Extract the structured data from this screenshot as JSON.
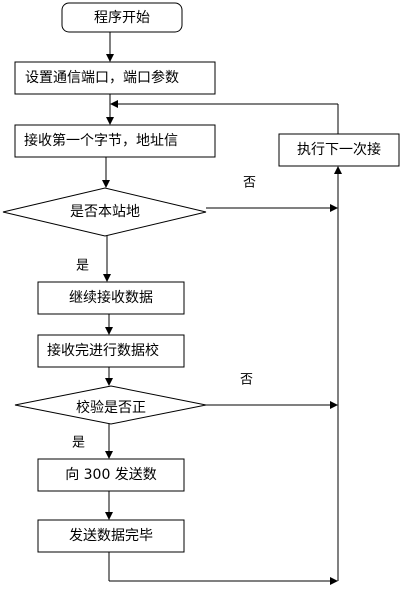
{
  "flowchart": {
    "start": "程序开始",
    "set_port": "设置通信端口，端口参数",
    "receive_first_byte": "接收第一个字节，地址信",
    "decision_station": "是否本站地",
    "continue_receive": "继续接收数据",
    "receive_done_check": "接收完进行数据校",
    "decision_check": "校验是否正",
    "send_300": "向 300 发送数",
    "send_done": "发送数据完毕",
    "next_receive": "执行下一次接",
    "yes_label_1": "是",
    "no_label_1": "否",
    "yes_label_2": "是",
    "no_label_2": "否"
  }
}
